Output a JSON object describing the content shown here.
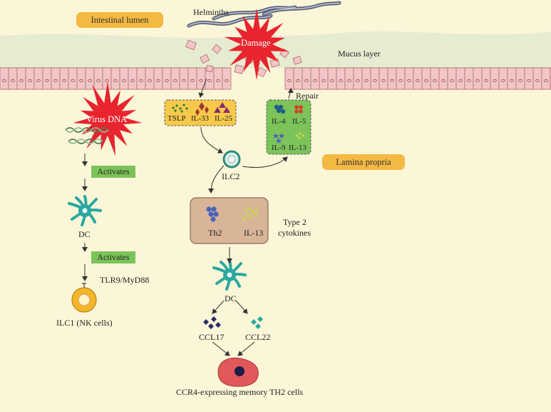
{
  "regions": {
    "lumen": "Intestinal lumen",
    "mucus": "Mucus layer",
    "lamina": "Lamina propria"
  },
  "top": {
    "helminths": "Helminths",
    "damage": "Damage",
    "repair": "Repair"
  },
  "left_pathway": {
    "virus": "Virus DNA",
    "activates_1": "Activates",
    "dc": "DC",
    "activates_2": "Activates",
    "receptor": "TLR9/MyD88",
    "ilc1": "ILC1 (NK cells)"
  },
  "alarmins": {
    "tslp": "TSLP",
    "il33": "IL-33",
    "il25": "IL-25"
  },
  "repair_cytokines": {
    "il4": "IL-4",
    "il5": "IL-5",
    "il9": "IL-9",
    "il13": "IL-13"
  },
  "ilc2": "ILC2",
  "type2_box": {
    "th2": "Th2",
    "il13": "IL-13",
    "caption_line1": "Type 2",
    "caption_line2": "cytokines"
  },
  "lower_pathway": {
    "dc": "DC",
    "ccl17": "CCL17",
    "ccl22": "CCL22",
    "memory": "CCR4-expressing memory TH2 cells"
  },
  "colors": {
    "background": "#fbf6d8",
    "mucus": "#e6ecd2",
    "epithelium": "#f2c5c6",
    "damage": "#e8242e",
    "pill": "#f4b942",
    "green_label": "#7cc35a",
    "dc_cell": "#2aa8a0",
    "type2_box": "#d9b598",
    "memory_cell": "#e0585a"
  }
}
